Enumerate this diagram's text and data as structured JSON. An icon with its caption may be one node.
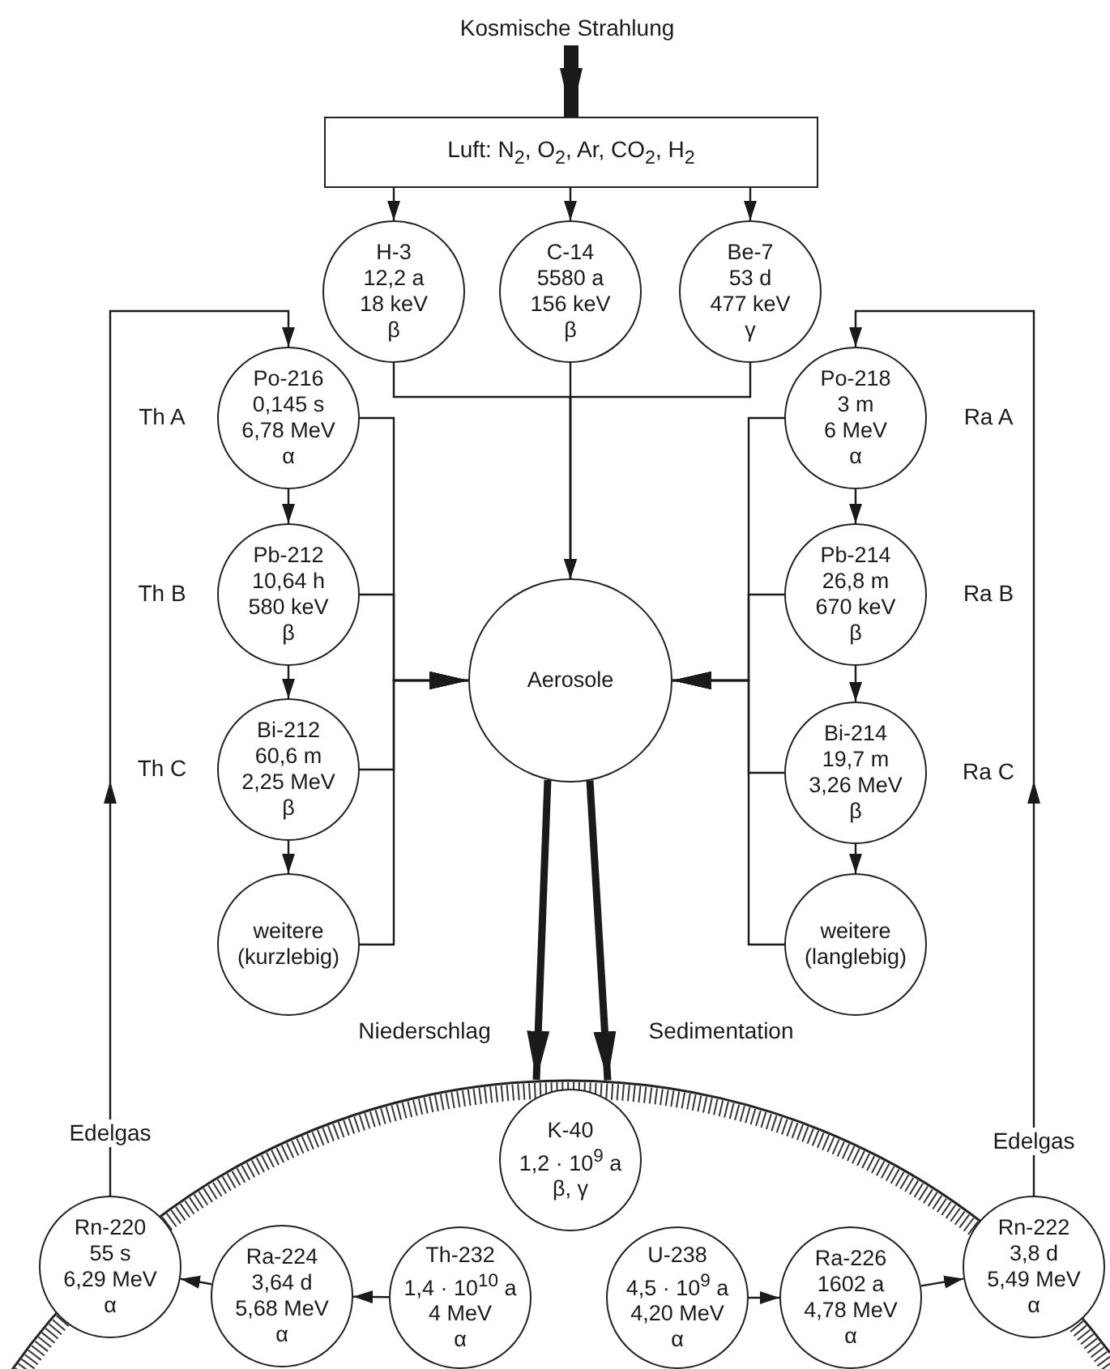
{
  "diagram": {
    "nodes": [
      {
        "text": [
          "Kosmische Strahlung"
        ]
      },
      {
        "text": [
          "Luft: N$_{2}$, O$_{2}$, Ar, CO$_{2}$, H$_{2}$"
        ]
      },
      {
        "text": [
          "H-3",
          "12,2 a",
          "18 keV",
          "β"
        ]
      },
      {
        "text": [
          "C-14",
          "5580 a",
          "156 keV",
          "β"
        ]
      },
      {
        "text": [
          "Be-7",
          "53 d",
          "477 keV",
          "γ"
        ]
      },
      {
        "text": [
          "Po-216",
          "0,145 s",
          "6,78 MeV",
          "α"
        ],
        "beside": [
          "Th A"
        ]
      },
      {
        "text": [
          "Po-218",
          "3 m",
          "6 MeV",
          "α"
        ],
        "beside": [
          "Ra A"
        ]
      },
      {
        "text": [
          "Pb-212",
          "10,64 h",
          "580 keV",
          "β"
        ],
        "beside": [
          "Th B"
        ]
      },
      {
        "text": [
          "Aerosole"
        ]
      },
      {
        "text": [
          "Pb-214",
          "26,8 m",
          "670 keV",
          "β"
        ],
        "beside": [
          "Ra B"
        ]
      },
      {
        "text": [
          "Bi-212",
          "60,6 m",
          "2,25 MeV",
          "β"
        ],
        "beside": [
          "Th C"
        ]
      },
      {
        "text": [
          "Bi-214",
          "19,7 m",
          "3,26 MeV",
          "β"
        ],
        "beside": [
          "Ra C"
        ]
      },
      {
        "text": [
          "weitere (kurzlebig)"
        ]
      },
      {
        "text": [
          "weitere (langlebig)"
        ]
      },
      {
        "text": [],
        "shape": "arc"
      },
      {
        "text": [
          "K-40",
          "1,2 · 10$^{9}$ a",
          "β, γ"
        ],
        "in": 14
      },
      {
        "text": [
          "Rn-220",
          "55 s",
          "6,29 MeV",
          "α"
        ],
        "in": 14
      },
      {
        "text": [
          "Ra-224",
          "3,64 d",
          "5,68 MeV",
          "α"
        ],
        "in": 14
      },
      {
        "text": [
          "Th-232",
          "1,4 · 10$^{10}$ a",
          "4 MeV",
          "α"
        ],
        "in": 14
      },
      {
        "text": [
          "U-238",
          "4,5 · 10$^{9}$ a",
          "4,20 MeV",
          "α"
        ],
        "in": 14
      },
      {
        "text": [
          "Ra-226",
          "1602 a",
          "4,78 MeV",
          "α"
        ],
        "in": 14
      },
      {
        "text": [
          "Rn-222",
          "3,8 d",
          "5,49 MeV",
          "α"
        ],
        "in": 14
      }
    ],
    "edges": [
      {
        "from": 0,
        "to": 1,
        "arrow": "to",
        "style": "thick"
      },
      {
        "from": 1,
        "to": 2,
        "arrow": "to"
      },
      {
        "from": 1,
        "to": 3,
        "arrow": "to"
      },
      {
        "from": 1,
        "to": 4,
        "arrow": "to"
      },
      {
        "from": 2,
        "to": 8,
        "arrow": "to"
      },
      {
        "from": 3,
        "to": 8,
        "arrow": "to"
      },
      {
        "from": 4,
        "to": 8,
        "arrow": "to"
      },
      {
        "from": 5,
        "to": 7,
        "arrow": "to"
      },
      {
        "from": 7,
        "to": 10,
        "arrow": "to"
      },
      {
        "from": 10,
        "to": 12,
        "arrow": "to"
      },
      {
        "from": 6,
        "to": 9,
        "arrow": "to"
      },
      {
        "from": 9,
        "to": 11,
        "arrow": "to"
      },
      {
        "from": 11,
        "to": 13,
        "arrow": "to"
      },
      {
        "from": 5,
        "to": 8,
        "arrow": "to"
      },
      {
        "from": 7,
        "to": 8,
        "arrow": "to"
      },
      {
        "from": 10,
        "to": 8,
        "arrow": "to"
      },
      {
        "from": 12,
        "to": 8,
        "arrow": "to"
      },
      {
        "from": 6,
        "to": 8,
        "arrow": "to"
      },
      {
        "from": 9,
        "to": 8,
        "arrow": "to"
      },
      {
        "from": 11,
        "to": 8,
        "arrow": "to"
      },
      {
        "from": 13,
        "to": 8,
        "arrow": "to"
      },
      {
        "from": 16,
        "to": 5,
        "arrow": "to",
        "label": "Edelgas"
      },
      {
        "from": 21,
        "to": 6,
        "arrow": "to",
        "label": "Edelgas"
      },
      {
        "from": 8,
        "to": 14,
        "arrow": "to",
        "style": "thick",
        "label": "Niederschlag"
      },
      {
        "from": 8,
        "to": 14,
        "arrow": "to",
        "style": "thick",
        "label": "Sedimentation"
      },
      {
        "from": 18,
        "to": 17,
        "arrow": "to"
      },
      {
        "from": 17,
        "to": 16,
        "arrow": "to"
      },
      {
        "from": 19,
        "to": 20,
        "arrow": "to"
      },
      {
        "from": 20,
        "to": 21,
        "arrow": "to"
      }
    ]
  }
}
